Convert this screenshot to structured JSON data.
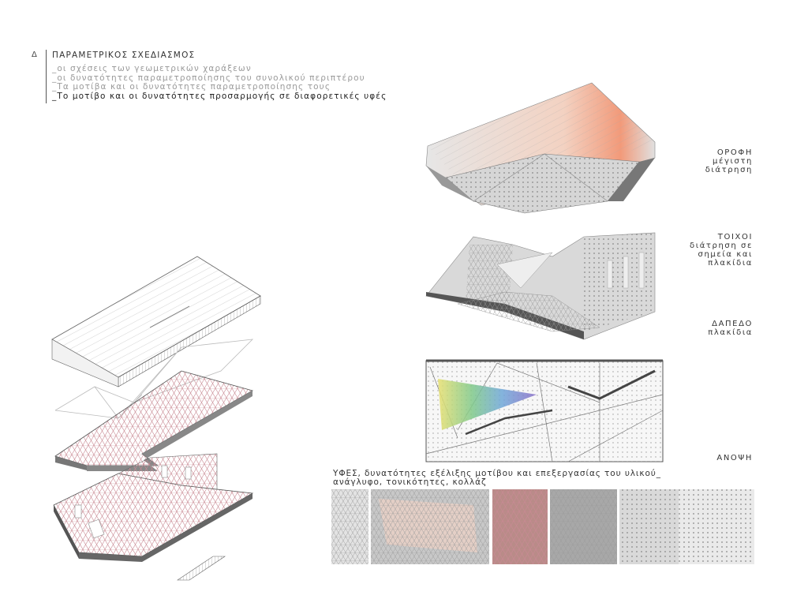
{
  "section": {
    "letter": "Δ",
    "title": "ΠΑΡΑΜΕΤΡΙΚΟΣ ΣΧΕΔΙΑΣΜΟΣ",
    "topics": [
      "_οι σχέσεις των γεωμετρικών χαράξεων",
      "_οι δυνατότητες παραμετροποίησης του συνολικού περιπτέρου",
      "_Τα μοτίβα και οι δυνατότητες παραμετροποίησης τους",
      "_Το μοτίβο και οι δυνατότητες προσαρμογής σε διαφορετικές υφές"
    ]
  },
  "labels": {
    "roof": {
      "title": "ΟΡΟΦΗ",
      "sub": [
        "μέγιστη",
        "διάτρηση"
      ]
    },
    "walls": {
      "title": "ΤΟΙΧΟΙ",
      "sub": [
        "διάτρηση σε",
        "σημεία και",
        "πλακίδια"
      ]
    },
    "floor": {
      "title": "ΔΑΠΕΔΟ",
      "sub": [
        "πλακίδια"
      ]
    },
    "plan": {
      "title": "ΑΝΟΨΗ"
    }
  },
  "textures": {
    "caption_line1": "ΥΦΕΣ, δυνατότητες εξέλιξης μοτίβου και επεξεργασίας του υλικού_",
    "caption_line2": "ανάγλυφο, τονικότητες, κολλάζ"
  },
  "colors": {
    "mesh_pink": "#c98a94",
    "line_gray": "#555555",
    "panel_gray": "#bdbdbd"
  }
}
